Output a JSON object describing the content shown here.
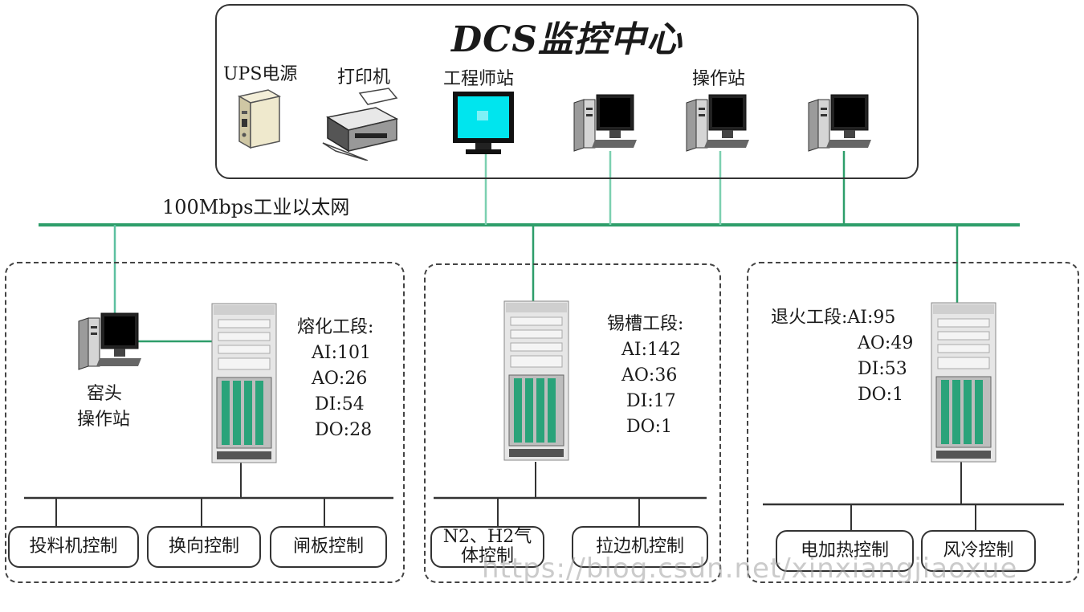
{
  "center": {
    "title": "DCS监控中心",
    "ups_label": "UPS电源",
    "printer_label": "打印机",
    "engineer_label": "工程师站",
    "operator_label": "操作站"
  },
  "network_label": "100Mbps工业以太网",
  "melting": {
    "kiln_label_1": "窑头",
    "kiln_label_2": "操作站",
    "section": "熔化工段:",
    "ai": "AI:101",
    "ao": "AO:26",
    "di": "DI:54",
    "do": "DO:28",
    "subsystems": [
      "投料机控制",
      "换向控制",
      "闸板控制"
    ]
  },
  "tin": {
    "section": "锡槽工段:",
    "ai": "AI:142",
    "ao": "AO:36",
    "di": "DI:17",
    "do": "DO:1",
    "sub1_line1": "N2、H2气",
    "sub1_line2": "体控制",
    "sub2": "拉边机控制"
  },
  "annealing": {
    "section_ai": "退火工段:AI:95",
    "ao": "AO:49",
    "di": "DI:53",
    "do": "DO:1",
    "subsystems": [
      "电加热控制",
      "风冷控制"
    ]
  },
  "watermark": "https://blog.csdn.net/xinxiangjiaoxue",
  "colors": {
    "network": "#2e9e6a",
    "link": "#5cc0a0",
    "screen": "#00e5ee"
  },
  "icons": [
    "ups-icon",
    "printer-icon",
    "monitor-icon",
    "computer-icon",
    "controller-cabinet-icon"
  ]
}
